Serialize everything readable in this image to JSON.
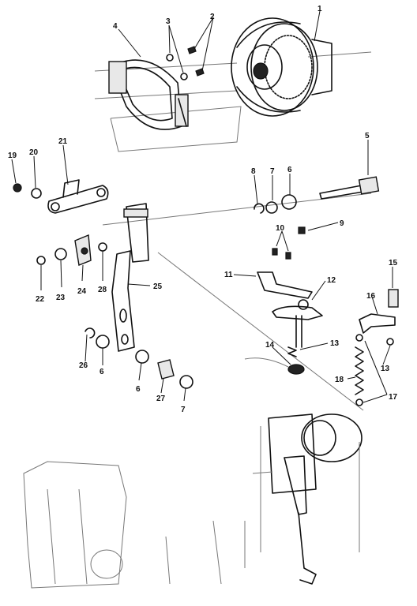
{
  "callouts": {
    "c1": "1",
    "c2": "2",
    "c3": "3",
    "c4": "4",
    "c5": "5",
    "c6a": "6",
    "c6b": "6",
    "c6c": "6",
    "c7a": "7",
    "c7b": "7",
    "c8": "8",
    "c9": "9",
    "c10": "10",
    "c11": "11",
    "c12": "12",
    "c13a": "13",
    "c13b": "13",
    "c14": "14",
    "c15": "15",
    "c16": "16",
    "c17": "17",
    "c18": "18",
    "c19": "19",
    "c20": "20",
    "c21": "21",
    "c22": "22",
    "c23": "23",
    "c24": "24",
    "c25": "25",
    "c26": "26",
    "c27": "27",
    "c28": "28"
  }
}
